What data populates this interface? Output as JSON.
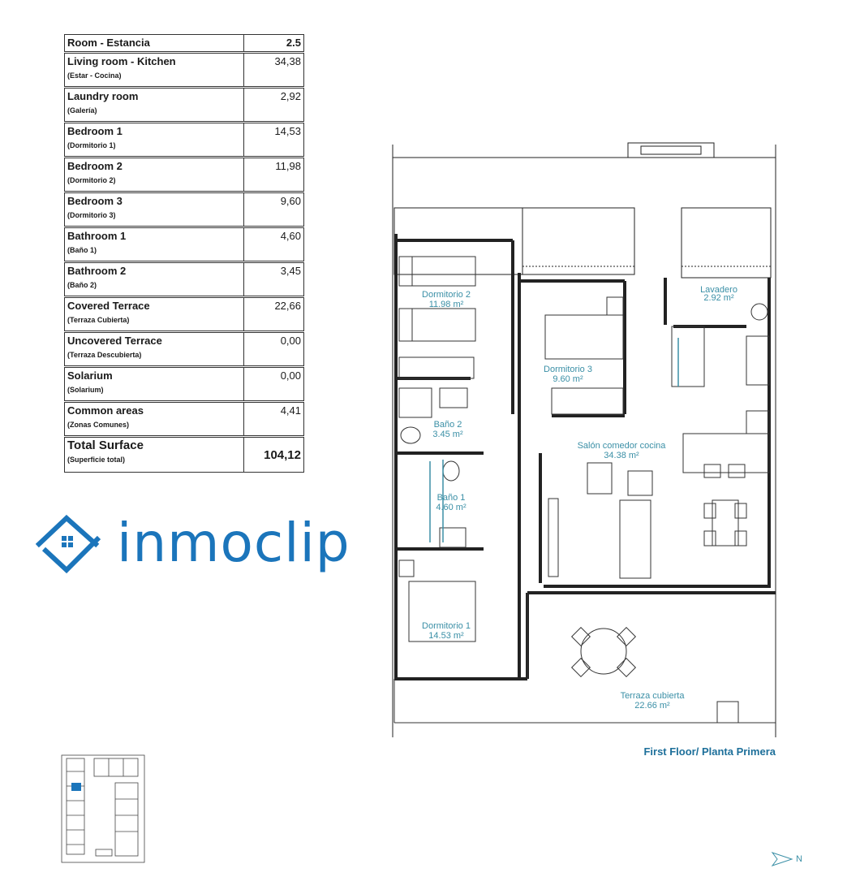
{
  "table": {
    "header": {
      "label": "Room - Estancia",
      "value": "2.5"
    },
    "rows": [
      {
        "en": "Living room - Kitchen",
        "es": "(Estar - Cocina)",
        "value": "34,38"
      },
      {
        "en": "Laundry room",
        "es": "(Galería)",
        "value": "2,92"
      },
      {
        "en": "Bedroom 1",
        "es": "(Dormitorio 1)",
        "value": "14,53"
      },
      {
        "en": "Bedroom 2",
        "es": "(Dormitorio 2)",
        "value": "11,98"
      },
      {
        "en": "Bedroom 3",
        "es": "(Dormitorio 3)",
        "value": "9,60"
      },
      {
        "en": "Bathroom 1",
        "es": "(Baño 1)",
        "value": "4,60"
      },
      {
        "en": "Bathroom 2",
        "es": "(Baño 2)",
        "value": "3,45"
      },
      {
        "en": "Covered Terrace",
        "es": "(Terraza Cubierta)",
        "value": "22,66"
      },
      {
        "en": "Uncovered Terrace",
        "es": "(Terraza Descubierta)",
        "value": "0,00"
      },
      {
        "en": "Solarium",
        "es": "(Solarium)",
        "value": "0,00"
      },
      {
        "en": "Common areas",
        "es": "(Zonas Comunes)",
        "value": "4,41"
      }
    ],
    "total": {
      "en": "Total Surface",
      "es": "(Superficie total)",
      "value": "104,12"
    }
  },
  "logo": {
    "text": "inmoclip",
    "icon": "house-check-icon",
    "color": "#1b75bb"
  },
  "plan": {
    "rooms": [
      {
        "name": "Dormitorio 2",
        "area": "11.98 m²"
      },
      {
        "name": "Dormitorio 3",
        "area": "9.60 m²"
      },
      {
        "name": "Lavadero",
        "area": "2.92 m²"
      },
      {
        "name": "Baño 2",
        "area": "3.45 m²"
      },
      {
        "name": "Salón comedor cocina",
        "area": "34.38 m²"
      },
      {
        "name": "Baño 1",
        "area": "4.60 m²"
      },
      {
        "name": "Dormitorio 1",
        "area": "14.53 m²"
      },
      {
        "name": "Terraza cubierta",
        "area": "22.66 m²"
      }
    ],
    "caption": "First Floor/ Planta Primera",
    "north_label": "N",
    "accent_color": "#3a8fa6"
  }
}
